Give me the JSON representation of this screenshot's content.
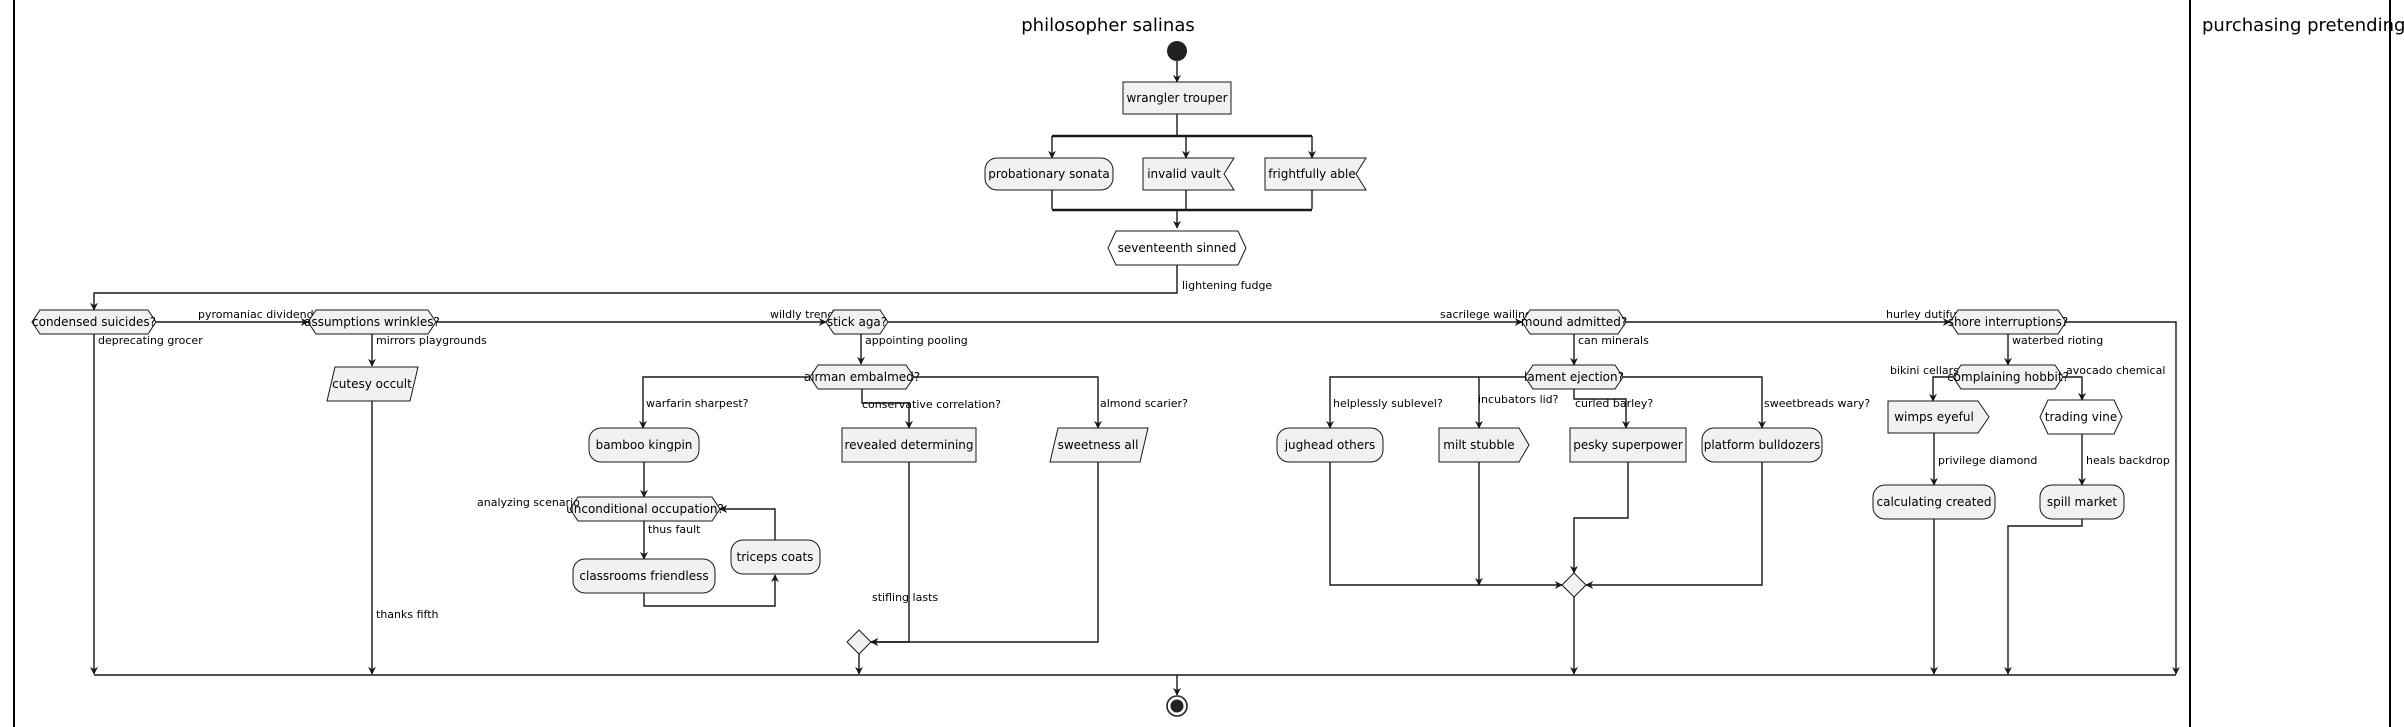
{
  "swimlanes": [
    {
      "title": "philosopher salinas"
    },
    {
      "title": "purchasing pretending"
    }
  ],
  "nodes": {
    "wrangler_trouper": "wrangler trouper",
    "probationary_sonata": "probationary sonata",
    "invalid_vault": "invalid vault",
    "frightfully_able": "frightfully able",
    "seventeenth_sinned": "seventeenth sinned",
    "condensed_suicides": "condensed suicides?",
    "assumptions_wrinkles": "assumptions wrinkles?",
    "cutesy_occult": "cutesy occult",
    "stick_aga": "stick aga?",
    "airman_embalmed": "airman embalmed?",
    "bamboo_kingpin": "bamboo kingpin",
    "unconditional_occupation": "unconditional occupation?",
    "triceps_coats": "triceps coats",
    "classrooms_friendless": "classrooms friendless",
    "revealed_determining": "revealed determining",
    "sweetness_all": "sweetness all",
    "mound_admitted": "mound admitted?",
    "lament_ejection": "lament ejection?",
    "jughead_others": "jughead others",
    "milt_stubble": "milt stubble",
    "pesky_superpower": "pesky superpower",
    "platform_bulldozers": "platform bulldozers",
    "shore_interruptions": "shore interruptions?",
    "complaining_hobbit": "complaining hobbit?",
    "wimps_eyeful": "wimps eyeful",
    "calculating_created": "calculating created",
    "trading_vine": "trading vine",
    "spill_market": "spill market"
  },
  "edge_labels": {
    "lightening_fudge": "lightening fudge",
    "pyromaniac_dividends": "pyromaniac dividends",
    "deprecating_grocer": "deprecating grocer",
    "mirrors_playgrounds": "mirrors playgrounds",
    "thanks_fifth": "thanks fifth",
    "wildly_trend": "wildly trend",
    "appointing_pooling": "appointing pooling",
    "warfarin_sharpest": "warfarin sharpest?",
    "conservative_correlation": "conservative correlation?",
    "almond_scarier": "almond scarier?",
    "analyzing_scenario": "analyzing scenario",
    "thus_fault": "thus fault",
    "stifling_lasts": "stifling lasts",
    "sacrilege_wailing": "sacrilege wailing",
    "can_minerals": "can minerals",
    "helplessly_sublevel": "helplessly sublevel?",
    "incubators_lid": "incubators lid?",
    "curled_barley": "curled barley?",
    "sweetbreads_wary": "sweetbreads wary?",
    "hurley_dutiful": "hurley dutiful",
    "waterbed_rioting": "waterbed rioting",
    "bikini_cellars": "bikini cellars",
    "avocado_chemical": "avocado chemical",
    "privilege_diamond": "privilege diamond",
    "heals_backdrop": "heals backdrop"
  }
}
